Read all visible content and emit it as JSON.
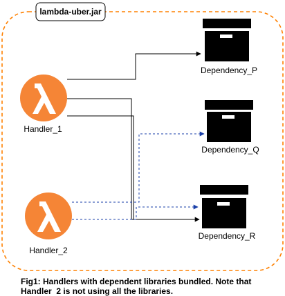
{
  "container": {
    "title": "lambda-uber.jar",
    "border_color": "#FF8000"
  },
  "handlers": [
    {
      "label": "Handler_1",
      "icon": "lambda-icon",
      "color": "#F58536"
    },
    {
      "label": "Handler_2",
      "icon": "lambda-icon",
      "color": "#F58536"
    }
  ],
  "dependencies": [
    {
      "label": "Dependency_P",
      "icon": "archive-box-icon"
    },
    {
      "label": "Dependency_Q",
      "icon": "archive-box-icon"
    },
    {
      "label": "Dependency_R",
      "icon": "archive-box-icon"
    }
  ],
  "connections": [
    {
      "from": "Handler_1",
      "to": "Dependency_P",
      "style": "solid",
      "color": "#000000"
    },
    {
      "from": "Handler_1",
      "to": "Dependency_R",
      "style": "solid",
      "color": "#000000"
    },
    {
      "from": "Handler_2",
      "to": "Dependency_Q",
      "style": "dashed",
      "color": "#1A3FA8"
    },
    {
      "from": "Handler_2",
      "to": "Dependency_R",
      "style": "dashed",
      "color": "#1A3FA8"
    }
  ],
  "caption": {
    "line1": "Fig1: Handlers with dependent libraries bundled. Note that",
    "line2": "Handler  2 is not using all the libraries."
  }
}
